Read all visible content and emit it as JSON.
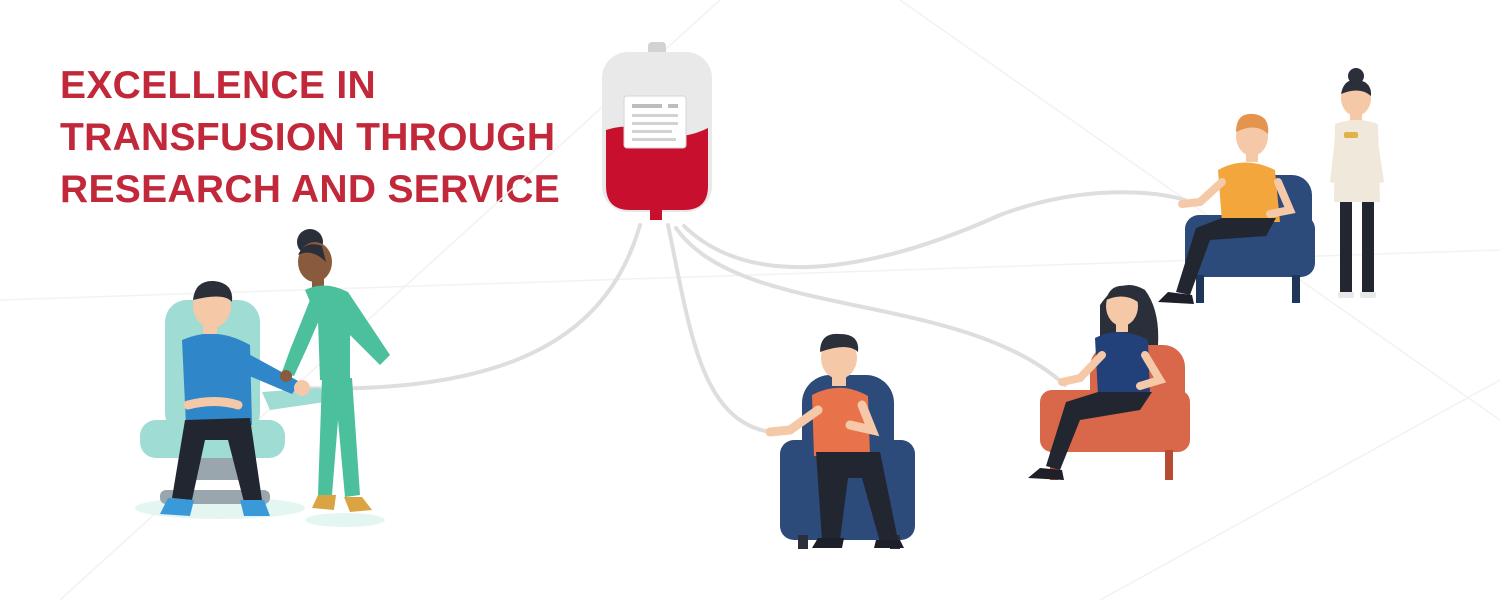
{
  "headline": {
    "lines": [
      "EXCELLENCE IN",
      "TRANSFUSION THROUGH",
      "RESEARCH AND SERVICE"
    ]
  },
  "illustration": {
    "icons": [
      "blood-bag-icon",
      "donor-icon",
      "nurse-icon",
      "patient-icon"
    ]
  },
  "colors": {
    "headline": "#c1283a",
    "blood": "#c8102e",
    "bag": "#e9e9ea",
    "tube": "#dedede",
    "chair_teal": "#9fdcd3",
    "chair_navy": "#2c4a7a",
    "chair_orange": "#d9684a",
    "scrubs": "#4cbf9c",
    "shirt_blue": "#2f86c9",
    "shirt_orange": "#e8734a",
    "shirt_navy": "#22407a",
    "shirt_yellow": "#f2a63b",
    "skin": "#f5c8a8",
    "skin_dark": "#8a5a3c",
    "hair": "#2b2f3a",
    "hair_ginger": "#e59450",
    "pants": "#222631"
  }
}
